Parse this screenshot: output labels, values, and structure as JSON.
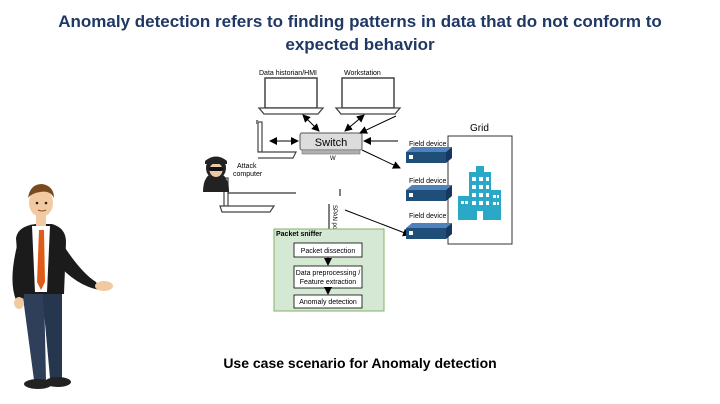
{
  "slide": {
    "title_line1": "Anomaly detection refers to finding patterns in data that do not conform to",
    "title_line2": "expected behavior",
    "caption": "Use case scenario for Anomaly detection"
  },
  "diagram": {
    "nodes": {
      "historian": "Data historian/HMI",
      "workstation": "Workstation",
      "switch": "Switch",
      "attack": "Attack",
      "attack2": "computer",
      "grid": "Grid",
      "field1": "Field device",
      "field2": "Field device",
      "field3": "Field device",
      "span_port": "SPAN port",
      "sniffer": "Packet sniffer",
      "step1": "Packet dissection",
      "step2a": "Data preprocessing /",
      "step2b": "Feature extraction",
      "step3": "Anomaly detection",
      "cut_r": "r",
      "cut_w": "W"
    },
    "colors": {
      "title": "#1f3864",
      "sniffer_fill": "#d5e8d4",
      "sniffer_stroke": "#82b366",
      "device_blue": "#1f4e79",
      "building_teal": "#29a8c7"
    }
  }
}
